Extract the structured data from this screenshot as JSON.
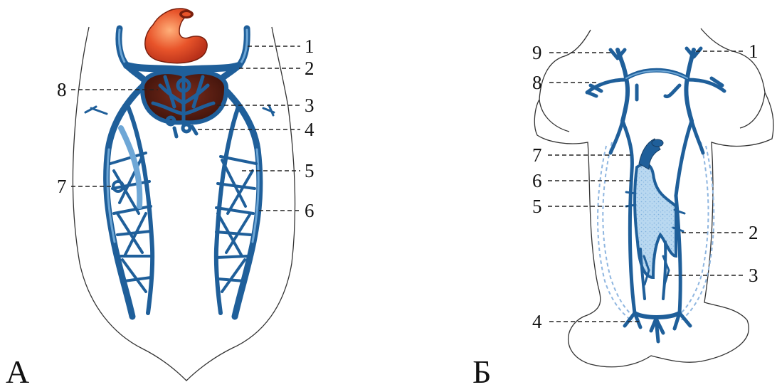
{
  "panels": [
    {
      "letter": "А",
      "labels": [
        "1",
        "2",
        "3",
        "4",
        "5",
        "6",
        "7",
        "8"
      ]
    },
    {
      "letter": "Б",
      "labels": [
        "1",
        "2",
        "3",
        "4",
        "5",
        "6",
        "7",
        "8",
        "9"
      ]
    }
  ],
  "colors": {
    "vessel": "#1f5f9a",
    "vessel_highlight": "#6ea7d6",
    "heart": "#e8542a",
    "liver": "#5a1f14",
    "liver_sinus": "#a9cde9",
    "outline": "#333333"
  }
}
